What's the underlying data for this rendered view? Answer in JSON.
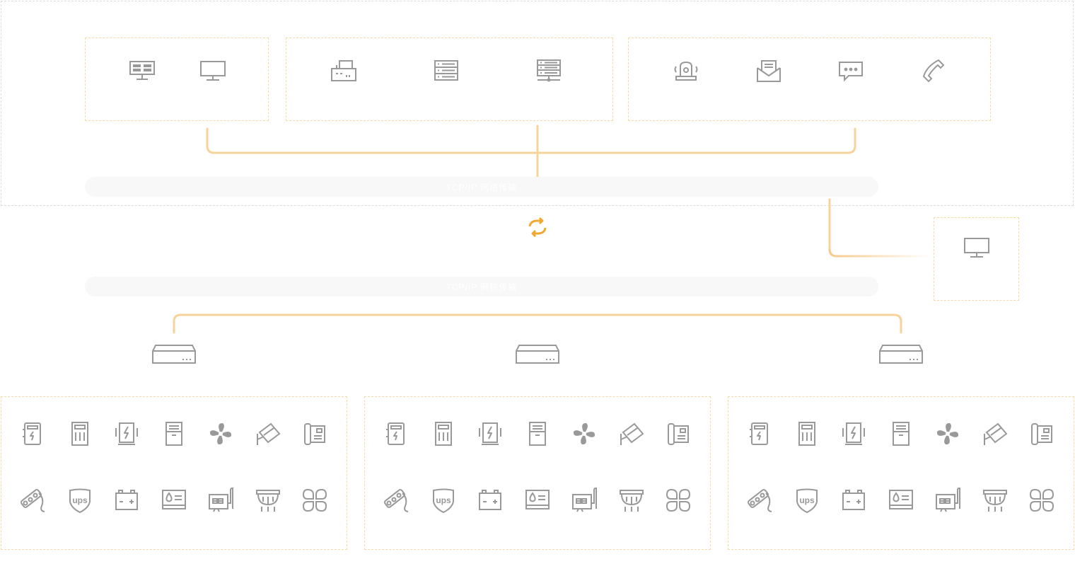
{
  "network_bars": {
    "upper_label": "TCP/IP 网络传输",
    "lower_label": "TCP/IP 网络传输"
  },
  "colors": {
    "border_grey": "#dcdcdc",
    "group_border": "#f5dca6",
    "connector": "#f7c98a",
    "sync_accent": "#f0a830",
    "icon_grey": "#999999"
  },
  "top_groups": [
    {
      "name": "display-group",
      "icons": [
        "video-wall-icon",
        "monitor-icon"
      ]
    },
    {
      "name": "server-group",
      "icons": [
        "printer-icon",
        "server-rack-icon",
        "network-server-icon"
      ]
    },
    {
      "name": "alarm-group",
      "icons": [
        "alarm-siren-icon",
        "email-icon",
        "sms-icon",
        "phone-icon"
      ]
    }
  ],
  "center_icon": "sync-icon",
  "remote_terminal_icon": "monitor-icon",
  "collector_icon": "collector-device-icon",
  "field_group_icons": {
    "row1": [
      "power-distribution-icon",
      "power-cabinet-icon",
      "battery-cabinet-icon",
      "precision-ac-icon",
      "fan-icon",
      "camera-icon",
      "access-control-icon"
    ],
    "row2": [
      "power-strip-icon",
      "ups-icon",
      "battery-icon",
      "water-leak-icon",
      "generator-icon",
      "smoke-detector-icon",
      "more-icon"
    ]
  }
}
